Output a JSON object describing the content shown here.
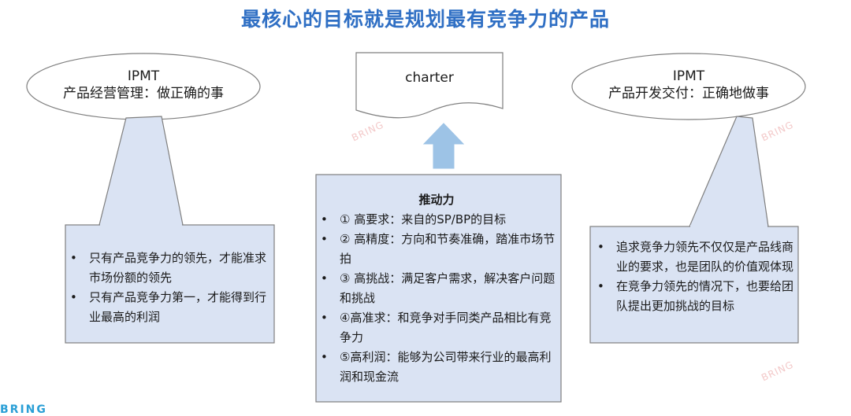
{
  "title": "最核心的目标就是规划最有竞争力的产品",
  "left_ellipse": {
    "line1": "IPMT",
    "line2": "产品经营管理：做正确的事"
  },
  "right_ellipse": {
    "line1": "IPMT",
    "line2": "产品开发交付：正确地做事"
  },
  "charter": {
    "label": "charter"
  },
  "left_box": {
    "items": [
      "只有产品竞争力的领先，才能准求市场份额的领先",
      "只有产品竞争力第一，才能得到行业最高的利润"
    ]
  },
  "center_box": {
    "title": "推动力",
    "items": [
      "① 高要求：来自的SP/BP的目标",
      "② 高精度：方向和节奏准确，踏准市场节拍",
      "③ 高挑战：满足客户需求，解决客户问题和挑战",
      "④高准求：和竞争对手同类产品相比有竞争力",
      "⑤高利润：能够为公司带来行业的最高利润和现金流"
    ]
  },
  "right_box": {
    "items": [
      "追求竞争力领先不仅仅是产品线商业的要求，也是团队的价值观体现",
      "在竞争力领先的情况下，也要给团队提出更加挑战的目标"
    ]
  },
  "watermark": "BRING",
  "logo": "BRING",
  "colors": {
    "title": "#2f6fc4",
    "box_fill": "#dae3f3",
    "arrow_fill": "#9dc3e6",
    "stroke": "#7f7f7f"
  }
}
